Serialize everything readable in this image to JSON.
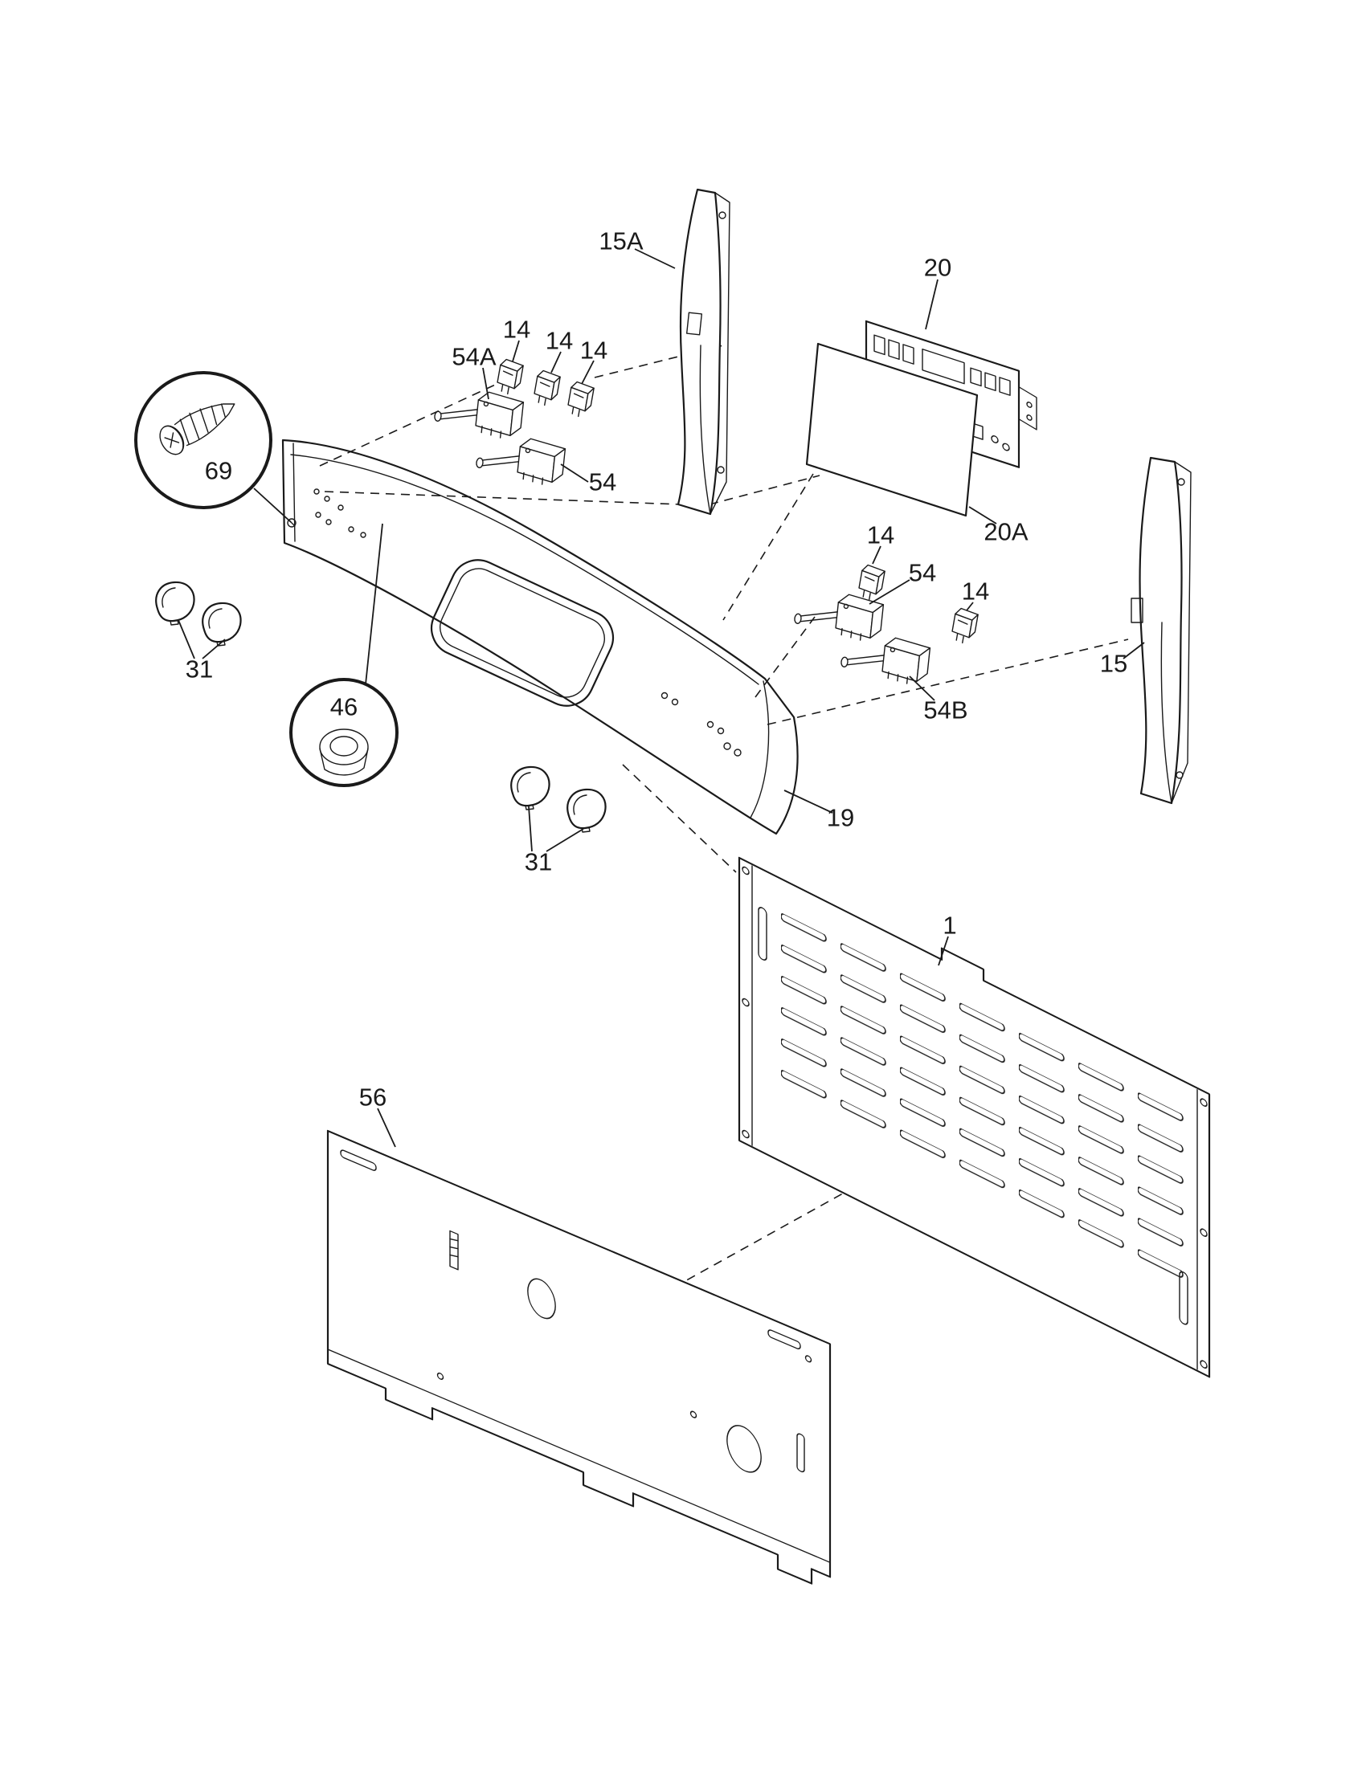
{
  "diagram": {
    "type": "exploded-parts-diagram",
    "subject": "range-backguard-control-panel",
    "background_color": "#ffffff",
    "line_color": "#1a1a1a",
    "callouts": [
      {
        "part": "15A"
      },
      {
        "part": "20"
      },
      {
        "part": "14"
      },
      {
        "part": "14"
      },
      {
        "part": "14"
      },
      {
        "part": "54A"
      },
      {
        "part": "54"
      },
      {
        "part": "69"
      },
      {
        "part": "20A"
      },
      {
        "part": "14"
      },
      {
        "part": "54"
      },
      {
        "part": "14"
      },
      {
        "part": "15"
      },
      {
        "part": "31"
      },
      {
        "part": "54B"
      },
      {
        "part": "46"
      },
      {
        "part": "19"
      },
      {
        "part": "31"
      },
      {
        "part": "1"
      },
      {
        "part": "56"
      }
    ]
  }
}
